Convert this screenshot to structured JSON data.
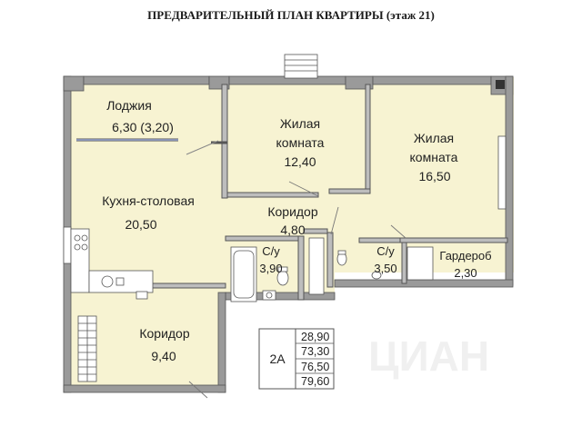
{
  "title": "ПРЕДВАРИТЕЛЬНЫЙ ПЛАН КВАРТИРЫ (этаж 21)",
  "rooms": {
    "loggia": {
      "name": "Лоджия",
      "area": "6,30 (3,20)"
    },
    "living1": {
      "name_line1": "Жилая",
      "name_line2": "комната",
      "area": "12,40"
    },
    "living2": {
      "name_line1": "Жилая",
      "name_line2": "комната",
      "area": "16,50"
    },
    "kitchen": {
      "name": "Кухня-столовая",
      "area": "20,50"
    },
    "corridor_inner": {
      "name": "Коридор",
      "area": "4,80"
    },
    "bath1": {
      "name": "С/у",
      "area": "3,90"
    },
    "bath2": {
      "name": "С/у",
      "area": "3,50"
    },
    "wardrobe": {
      "name": "Гардероб",
      "area": "2,30"
    },
    "corridor_entry": {
      "name": "Коридор",
      "area": "9,40"
    }
  },
  "legend": {
    "type": "2А",
    "areas": [
      "28,90",
      "73,30",
      "76,50",
      "79,60"
    ]
  },
  "colors": {
    "floor": "#f7f3d2",
    "wall": "#8d8d8d",
    "wall_dark": "#5f5f5f",
    "line": "#555555"
  }
}
